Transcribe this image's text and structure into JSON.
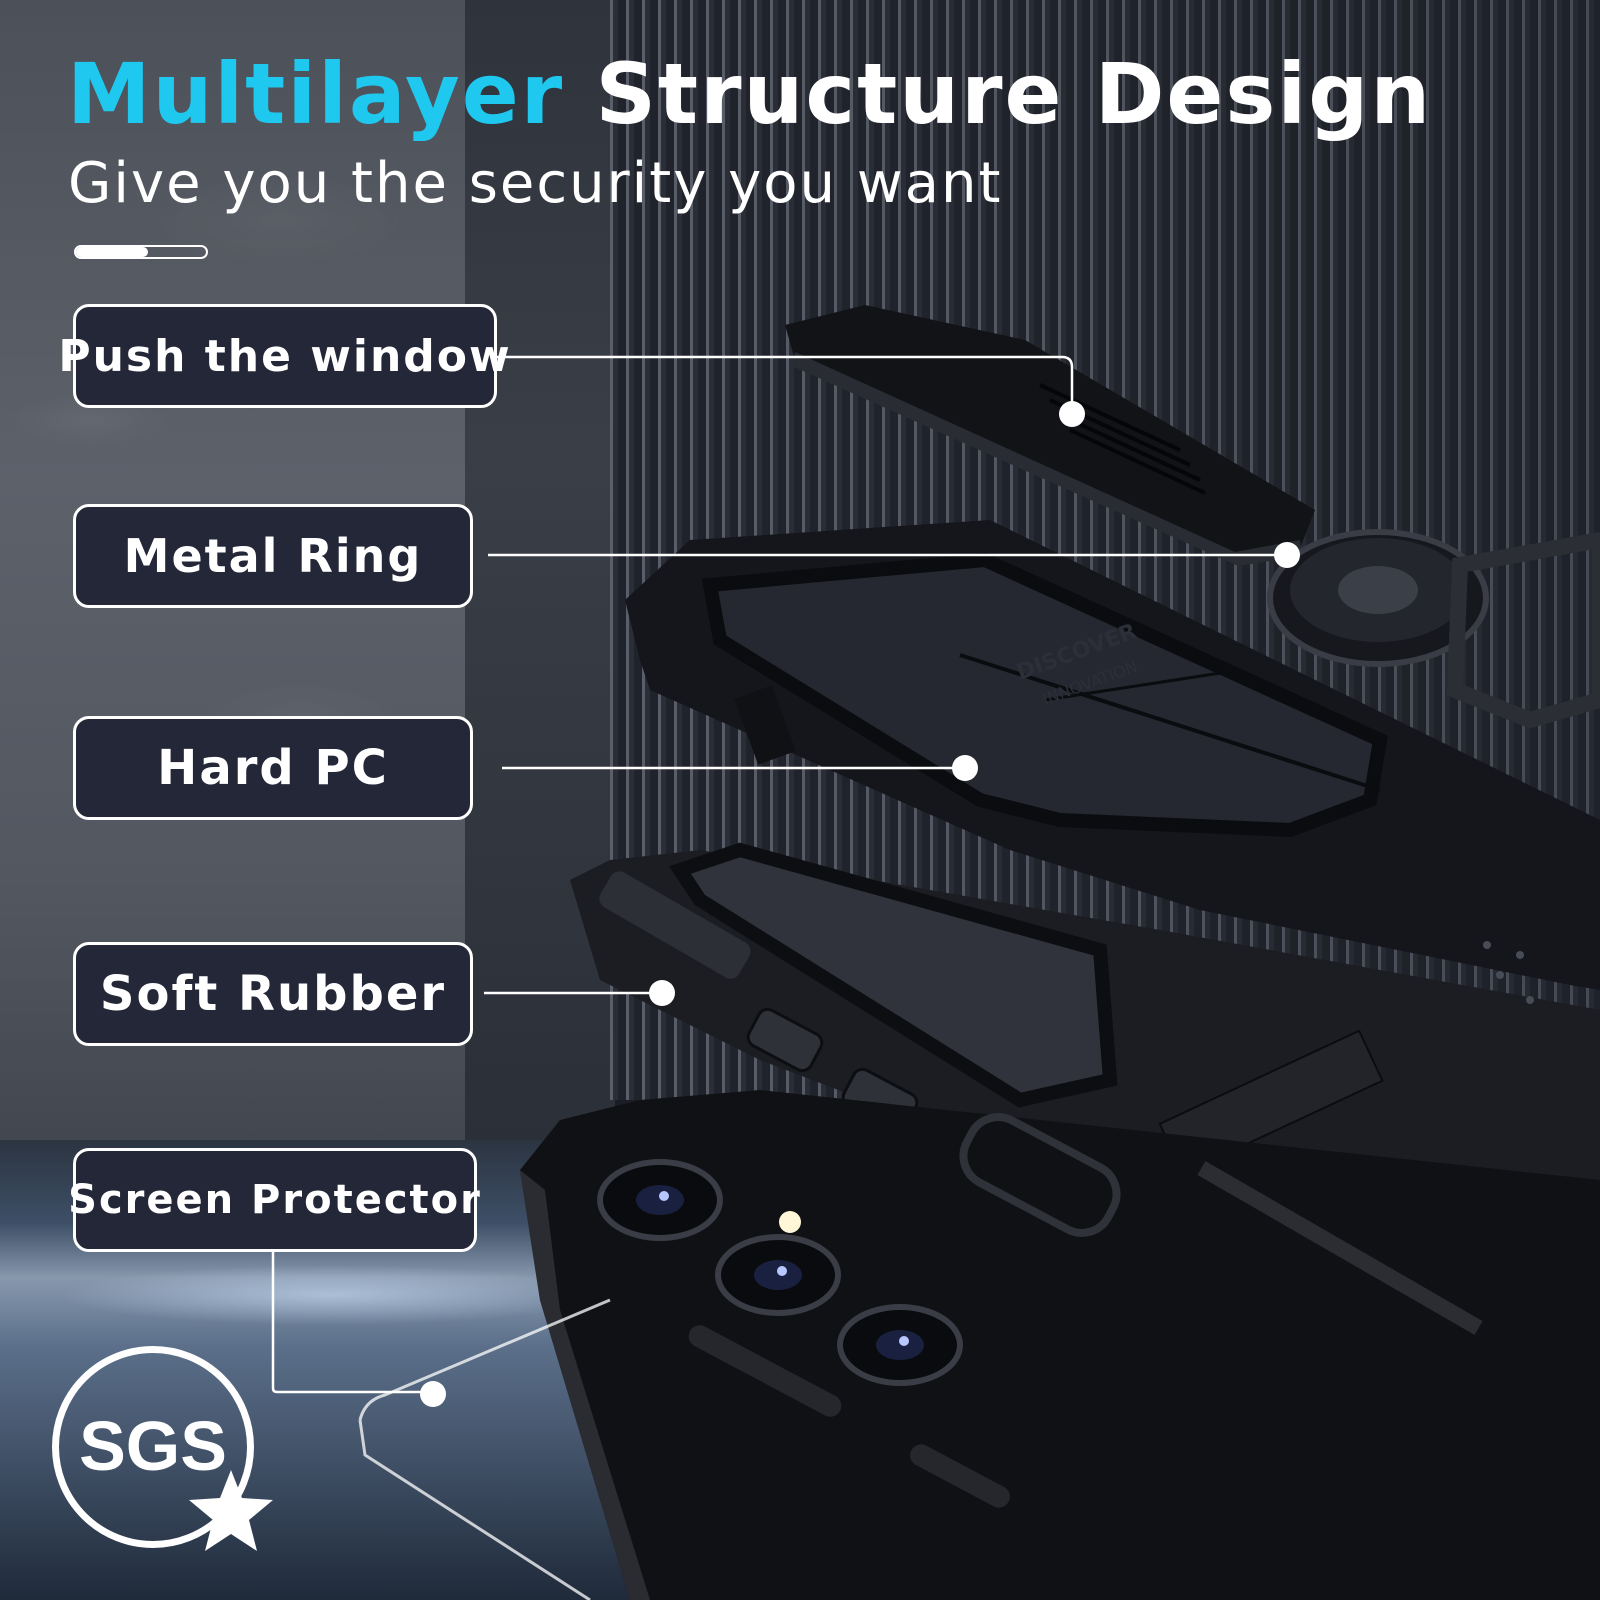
{
  "header": {
    "title_accent": "Multilayer",
    "title_rest": "Structure Design",
    "subtitle": "Give you the security you want",
    "progress_fraction": 0.55
  },
  "layers": [
    {
      "label": "Push the window"
    },
    {
      "label": "Metal Ring"
    },
    {
      "label": "Hard PC"
    },
    {
      "label": "Soft Rubber"
    },
    {
      "label": "Screen Protector"
    }
  ],
  "case_emboss": {
    "line1": "DISCOVER",
    "line2": "INNOVATION"
  },
  "seal": {
    "label": "SGS",
    "icon": "star-icon"
  },
  "colors": {
    "accent": "#1fc8ef",
    "label_bg": "#232737",
    "text": "#ffffff",
    "case": "#111215"
  }
}
